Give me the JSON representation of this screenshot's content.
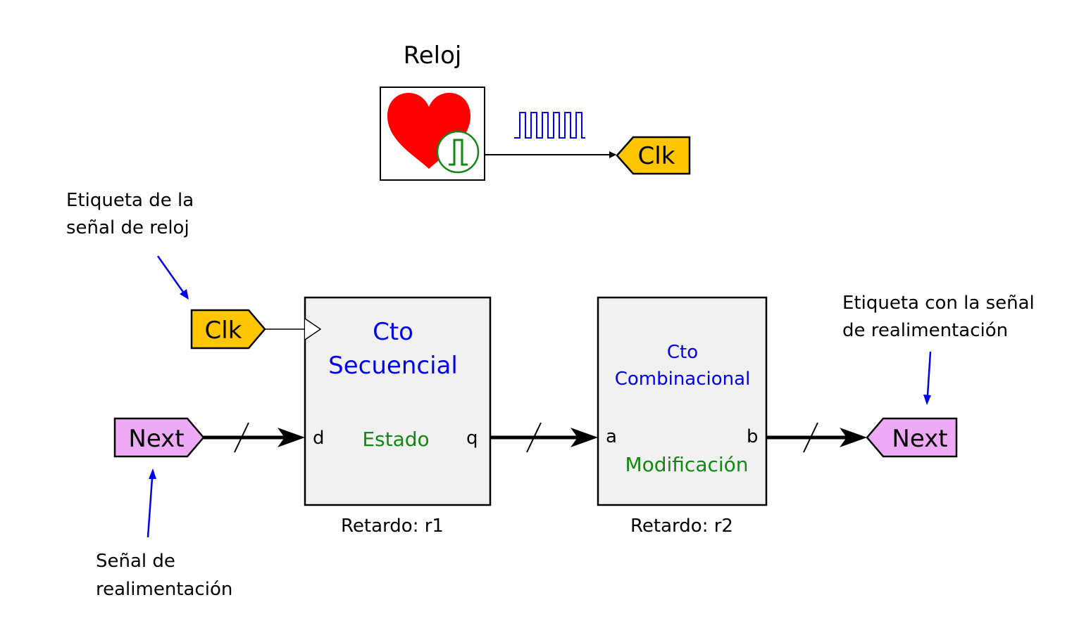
{
  "clock": {
    "title": "Reloj",
    "label": "Clk"
  },
  "clk_input": {
    "label": "Clk"
  },
  "annotations": {
    "clk_label_line1": "Etiqueta de la",
    "clk_label_line2": "señal de reloj",
    "feedback_in_line1": "Señal de",
    "feedback_in_line2": "realimentación",
    "feedback_out_line1": "Etiqueta con la señal",
    "feedback_out_line2": "de realimentación"
  },
  "next_in": {
    "label": "Next"
  },
  "next_out": {
    "label": "Next"
  },
  "sequential": {
    "title_line1": "Cto",
    "title_line2": "Secuencial",
    "state": "Estado",
    "port_in": "d",
    "port_out": "q",
    "delay": "Retardo: r1"
  },
  "combinational": {
    "title_line1": "Cto",
    "title_line2": "Combinacional",
    "function": "Modificación",
    "port_in": "a",
    "port_out": "b",
    "delay": "Retardo: r2"
  },
  "colors": {
    "title_blue": "#0000ee",
    "state_green": "#118811",
    "clk_tag_fill": "#ffc600",
    "next_tag_fill": "#eeaaf7",
    "block_fill": "#f1f1f1",
    "heart_red": "#ff0000",
    "arrow_blue": "#0000ee"
  },
  "icons": [
    "heart-icon",
    "pulse-icon",
    "clock-waveform-icon"
  ]
}
